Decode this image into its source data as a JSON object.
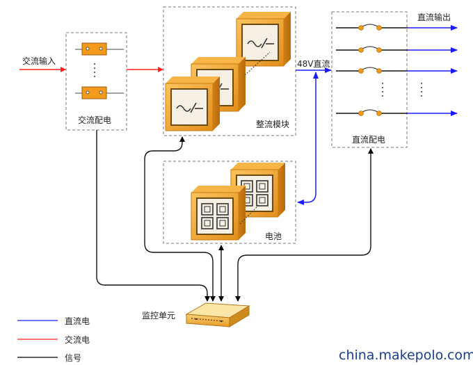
{
  "labels": {
    "ac_input": "交流输入",
    "ac_distribution": "交流配电",
    "rectifier_module": "整流模块",
    "dc_48v": "48V直流",
    "dc_distribution": "直流配电",
    "dc_output": "直流输出",
    "battery": "电池",
    "monitor_unit": "监控单元"
  },
  "legend": [
    {
      "label": "直流电",
      "color": "#1a1aff"
    },
    {
      "label": "交流电",
      "color": "#ff2020"
    },
    {
      "label": "信号",
      "color": "#000000"
    }
  ],
  "watermark": "china.makepolo.com",
  "colors": {
    "module_orange": "#f0a533",
    "module_dark": "#c97a12",
    "breaker_orange": "#f39a1c",
    "dash": "#777777"
  },
  "icons": {
    "rectifier": "ac-dc-symbol-icon",
    "battery": "battery-cells-icon",
    "breaker": "circuit-breaker-icon",
    "monitor": "monitor-rack-device-icon"
  }
}
